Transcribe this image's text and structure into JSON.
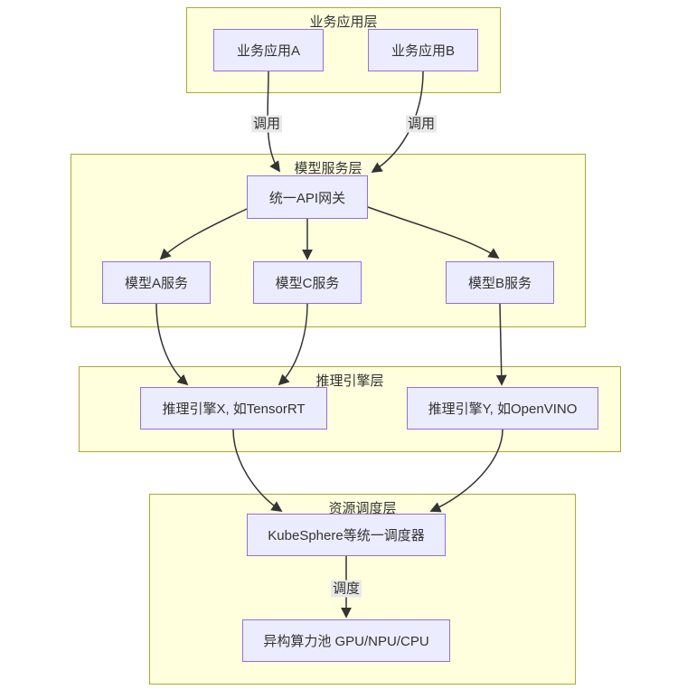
{
  "diagram": {
    "type": "layered-flowchart",
    "layers": [
      {
        "title": "业务应用层"
      },
      {
        "title": "模型服务层"
      },
      {
        "title": "推理引擎层"
      },
      {
        "title": "资源调度层"
      }
    ],
    "nodes": {
      "app_a": {
        "label": "业务应用A"
      },
      "app_b": {
        "label": "业务应用B"
      },
      "gateway": {
        "label": "统一API网关"
      },
      "model_a": {
        "label": "模型A服务"
      },
      "model_c": {
        "label": "模型C服务"
      },
      "model_b": {
        "label": "模型B服务"
      },
      "engine_x": {
        "label": "推理引擎X, 如TensorRT"
      },
      "engine_y": {
        "label": "推理引擎Y, 如OpenVINO"
      },
      "scheduler": {
        "label": "KubeSphere等统一调度器"
      },
      "pool": {
        "label": "异构算力池 GPU/NPU/CPU"
      }
    },
    "edge_labels": {
      "call_a": "调用",
      "call_b": "调用",
      "schedule": "调度"
    },
    "edges": [
      {
        "from": "业务应用A",
        "to": "统一API网关",
        "label": "调用"
      },
      {
        "from": "业务应用B",
        "to": "统一API网关",
        "label": "调用"
      },
      {
        "from": "统一API网关",
        "to": "模型A服务",
        "label": ""
      },
      {
        "from": "统一API网关",
        "to": "模型C服务",
        "label": ""
      },
      {
        "from": "统一API网关",
        "to": "模型B服务",
        "label": ""
      },
      {
        "from": "模型A服务",
        "to": "推理引擎X, 如TensorRT",
        "label": ""
      },
      {
        "from": "模型C服务",
        "to": "推理引擎X, 如TensorRT",
        "label": ""
      },
      {
        "from": "模型B服务",
        "to": "推理引擎Y, 如OpenVINO",
        "label": ""
      },
      {
        "from": "推理引擎X, 如TensorRT",
        "to": "KubeSphere等统一调度器",
        "label": ""
      },
      {
        "from": "推理引擎Y, 如OpenVINO",
        "to": "KubeSphere等统一调度器",
        "label": ""
      },
      {
        "from": "KubeSphere等统一调度器",
        "to": "异构算力池 GPU/NPU/CPU",
        "label": "调度"
      }
    ],
    "colors": {
      "layer_fill": "#ffffde",
      "layer_border": "#aaaa33",
      "node_fill": "#ececff",
      "node_border": "#9370db",
      "edge_stroke": "#333333",
      "edge_label_bg": "#e8e8e8",
      "text": "#333333",
      "background": "#ffffff"
    }
  }
}
